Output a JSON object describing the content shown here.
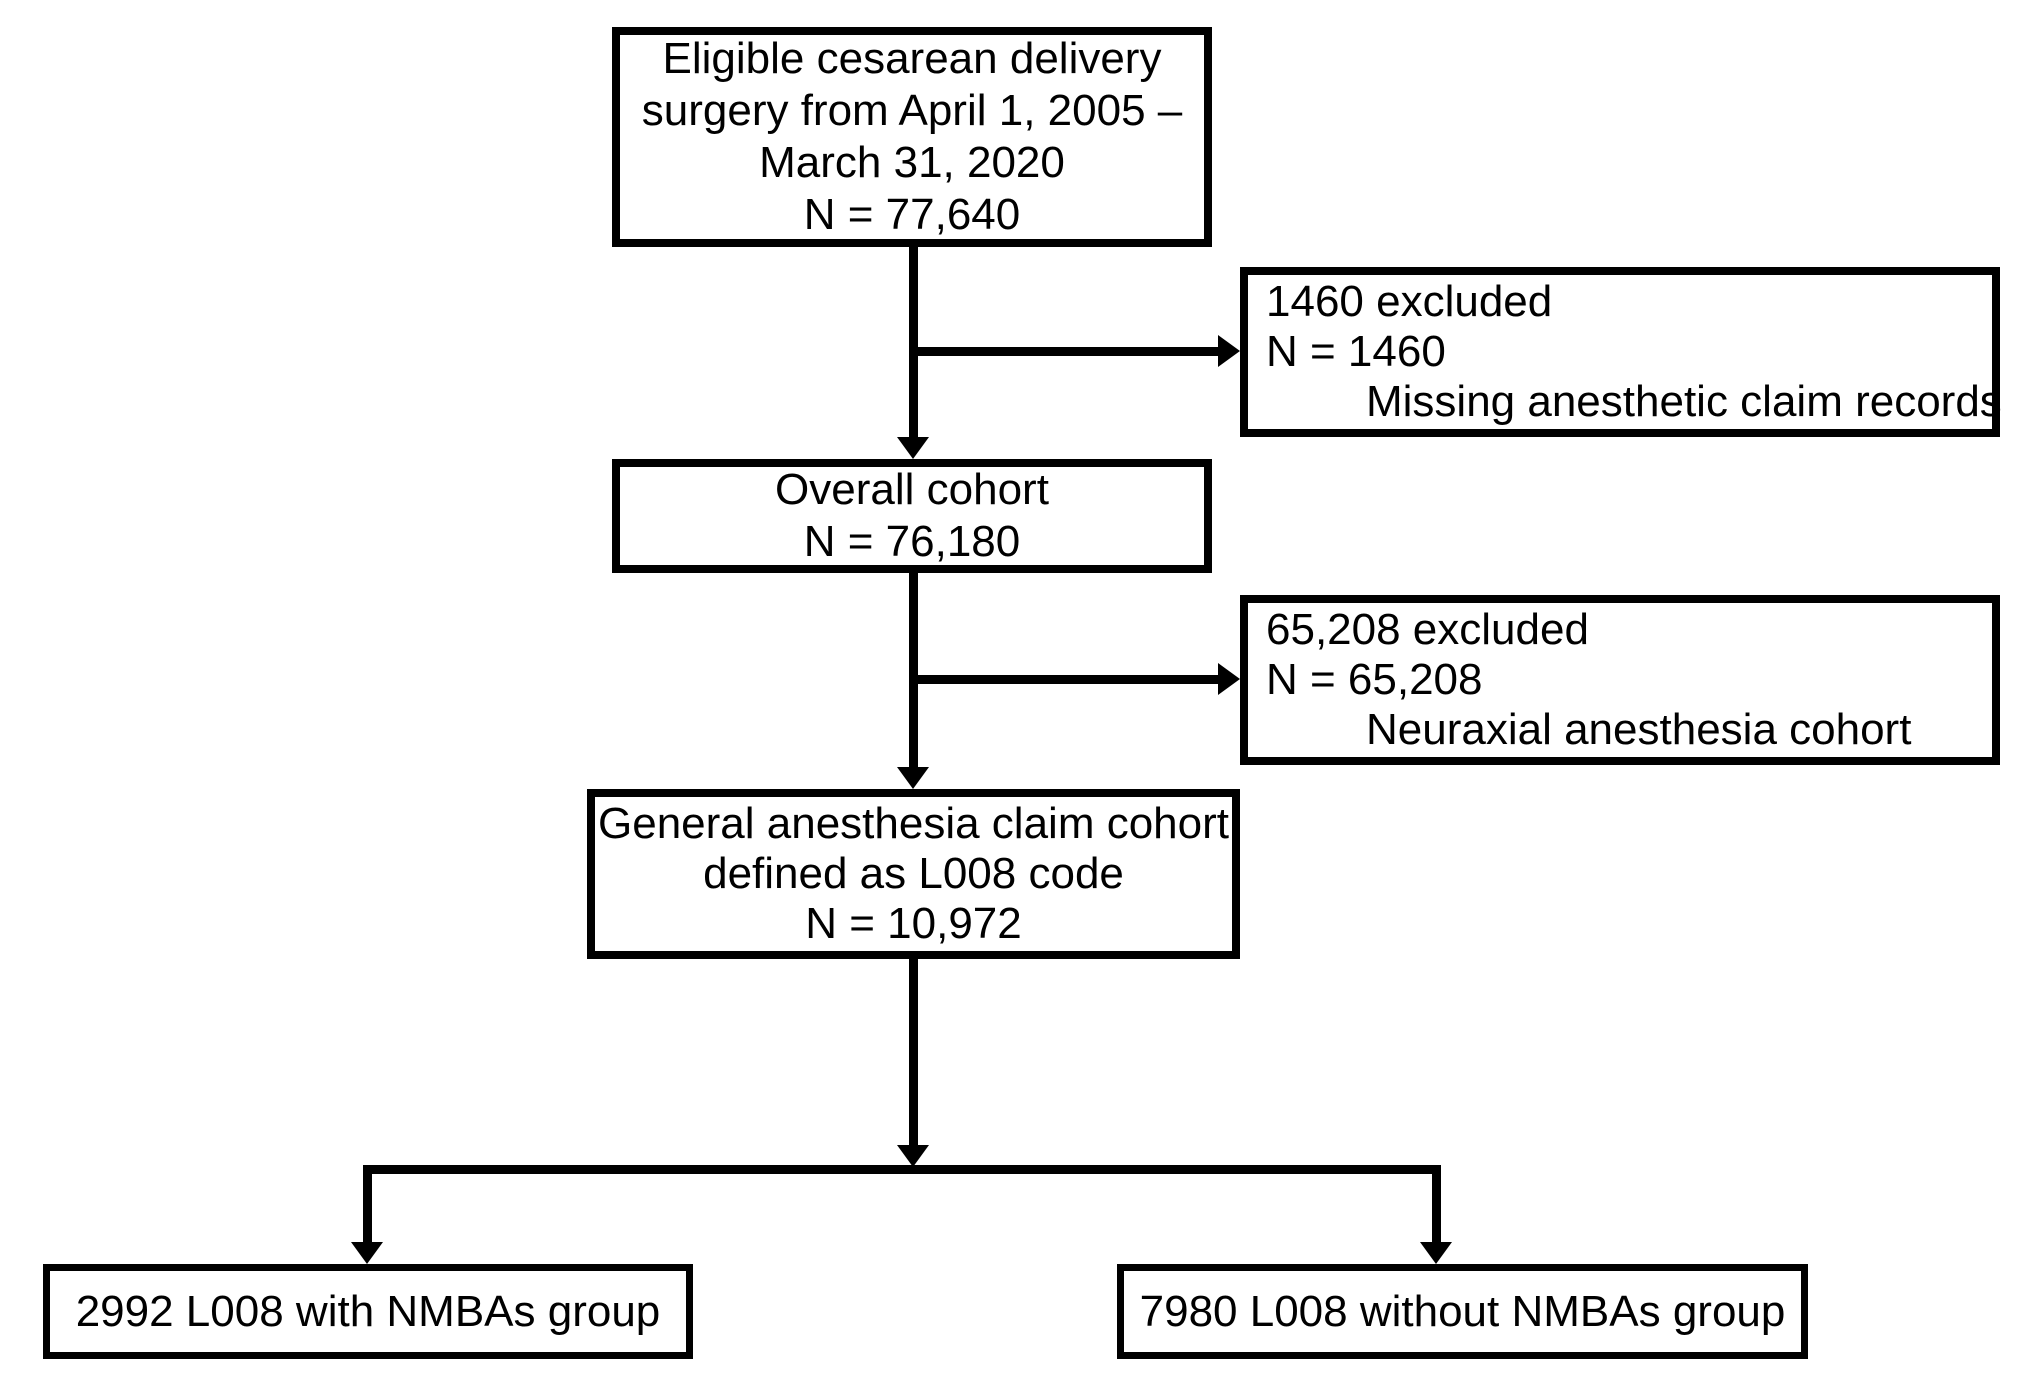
{
  "figure": {
    "background_color": "#ffffff",
    "line_color": "#000000",
    "nodes": {
      "eligible": {
        "lines": [
          "Eligible cesarean delivery",
          "surgery from April 1, 2005 –",
          "March 31, 2020",
          "N = 77,640"
        ]
      },
      "excluded1": {
        "line1": "1460 excluded",
        "line2": "N = 1460",
        "line3": "Missing anesthetic claim records"
      },
      "overall": {
        "lines": [
          "Overall cohort",
          "N = 76,180"
        ]
      },
      "excluded2": {
        "line1": "65,208 excluded",
        "line2": "N = 65,208",
        "line3": "Neuraxial anesthesia cohort"
      },
      "general_anesthesia": {
        "lines": [
          "General anesthesia claim cohort",
          "defined as L008 code",
          "N = 10,972"
        ]
      },
      "with_nmbas": {
        "label": "2992 L008 with NMBAs group"
      },
      "without_nmbas": {
        "label": "7980 L008 without NMBAs group"
      }
    }
  }
}
